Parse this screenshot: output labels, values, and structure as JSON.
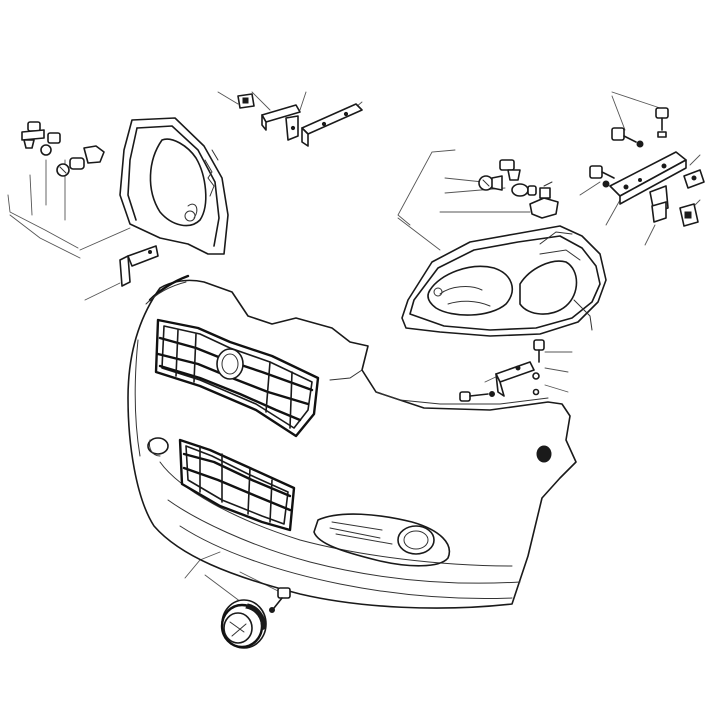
{
  "figure": {
    "kind": "exploded-parts-diagram",
    "subject": "front-bumper-and-lighting-assembly",
    "colors": {
      "line": "#1a1a1a",
      "leader": "#555555",
      "background": "#ffffff"
    },
    "components": [
      {
        "id": "headlamp-left",
        "icon": "headlamp-left-icon"
      },
      {
        "id": "headlamp-right",
        "icon": "headlamp-right-icon"
      },
      {
        "id": "front-bumper",
        "icon": "bumper-icon"
      },
      {
        "id": "upper-grille",
        "icon": "grille-icon"
      },
      {
        "id": "lower-grille",
        "icon": "lower-grille-icon"
      },
      {
        "id": "fog-lamp",
        "icon": "fog-lamp-icon"
      },
      {
        "id": "bulbs-left",
        "icon": "bulb-icon"
      },
      {
        "id": "bulbs-right",
        "icon": "bulb-icon"
      },
      {
        "id": "brackets-top",
        "icon": "bracket-icon"
      },
      {
        "id": "brackets-right",
        "icon": "bracket-icon"
      },
      {
        "id": "fasteners",
        "icon": "bolt-icon"
      }
    ]
  }
}
